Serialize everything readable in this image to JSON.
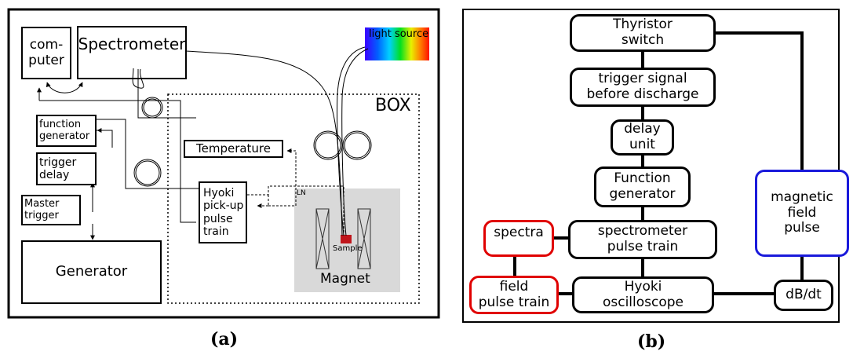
{
  "panel_a": {
    "caption": "(a)",
    "computer": "com-\nputer",
    "spectrometer": "Spectrometer",
    "light_source": "light source",
    "box_label": "BOX",
    "function_generator": "function\ngenerator",
    "temperature": "Temperature",
    "trigger_delay": "trigger\ndelay",
    "hyoki": "Hyoki\npick-up\npulse\ntrain",
    "master_trigger": "Master\ntrigger",
    "generator": "Generator",
    "ln": "LN",
    "sample": "Sample",
    "magnet": "Magnet"
  },
  "panel_b": {
    "caption": "(b)",
    "thyristor": "Thyristor\nswitch",
    "trigger_signal": "trigger signal\nbefore discharge",
    "delay_unit": "delay\nunit",
    "function_generator": "Function\ngenerator",
    "spectrometer_pulse": "spectrometer\npulse train",
    "spectra": "spectra",
    "field_pulse": "field\npulse train",
    "hyoki_osc": "Hyoki\noscilloscope",
    "magnetic_field": "magnetic\nfield\npulse",
    "dbdt": "dB/dt"
  },
  "colors": {
    "red_box": "#e00000",
    "blue_box": "#1a1adb",
    "sample": "#c0161c",
    "magnet_area": "#d9d9d9"
  }
}
